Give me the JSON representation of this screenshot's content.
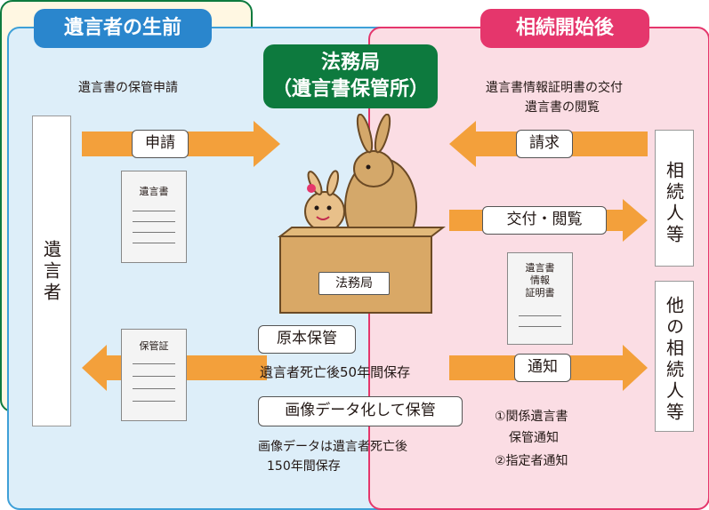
{
  "sections": {
    "before": "遺言者の生前",
    "after": "相続開始後",
    "center_line1": "法務局",
    "center_line2": "（遺言書保管所）"
  },
  "labels": {
    "storage_request": "遺言書の保管申請",
    "cert_issue": "遺言書情報証明書の交付",
    "viewing": "遺言書の閲覧",
    "testator": "遺言者",
    "heirs": "相続人等",
    "other_heirs": "他の相続人等",
    "apply": "申請",
    "request": "請求",
    "issue_view": "交付・閲覧",
    "notify": "通知",
    "original_storage": "原本保管",
    "original_period": "遺言者死亡後50年間保存",
    "image_storage": "画像データ化して保管",
    "image_period_1": "画像データは遺言者死亡後",
    "image_period_2": "150年間保存",
    "notice_1": "①関係遺言書",
    "notice_2": "保管通知",
    "notice_3": "②指定者通知",
    "box_label": "法務局"
  },
  "documents": {
    "will": "遺言書",
    "certificate": "保管証",
    "info_cert_1": "遺言書",
    "info_cert_2": "情報",
    "info_cert_3": "証明書"
  },
  "colors": {
    "arrow": "#f3a03b",
    "left_bg": "#ddeef9",
    "right_bg": "#fbdde4",
    "center_bg": "#fff7e2",
    "blue": "#2a86cd",
    "pink": "#e5366c",
    "green": "#0d7a3e"
  }
}
